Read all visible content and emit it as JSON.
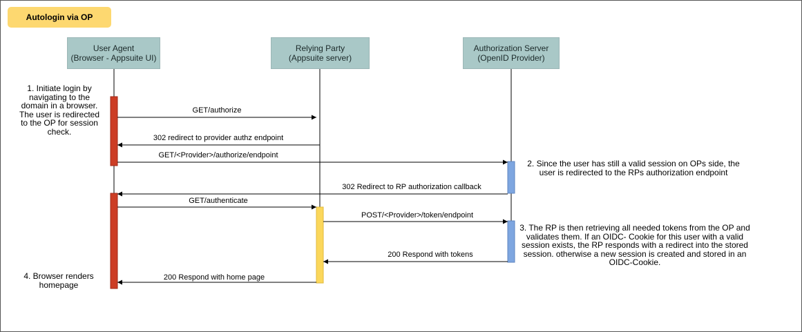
{
  "title": "Autologin via OP",
  "actors": {
    "user_agent": {
      "line1": "User Agent",
      "line2": "(Browser - Appsuite UI)"
    },
    "relying_party": {
      "line1": "Relying Party",
      "line2": "(Appsuite server)"
    },
    "auth_server": {
      "line1": "Authorization Server",
      "line2": "(OpenID Provider)"
    }
  },
  "messages": {
    "m1": "GET/authorize",
    "m2": "302 redirect to provider authz endpoint",
    "m3": "GET/<Provider>/authorize/endpoint",
    "m4": "302 Redirect to RP authorization callback",
    "m5": "GET/authenticate",
    "m6": "POST/<Provider>/token/endpoint",
    "m7": "200 Respond with tokens",
    "m8": "200 Respond with home page"
  },
  "notes": {
    "step1": "1. Initiate login by navigating to the domain in a browser. The user is redirected to the OP for session check.",
    "step2": "2. Since the user has still a valid session on OPs side, the user is redirected to the RPs authorization endpoint",
    "step3": "3. The RP is then retrieving all needed tokens from the OP and validates them. If an OIDC- Cookie for this user with a valid session exists, the RP responds with a redirect into the stored session. otherwise a new session is created and stored in an OIDC-Cookie.",
    "step4": "4. Browser renders homepage"
  },
  "colors": {
    "title_bg": "#fdd870",
    "actor_bg": "#a9c8c7",
    "activation_red": "#cc3d25",
    "activation_yellow": "#fbd75b",
    "activation_blue": "#7ea6e0"
  }
}
